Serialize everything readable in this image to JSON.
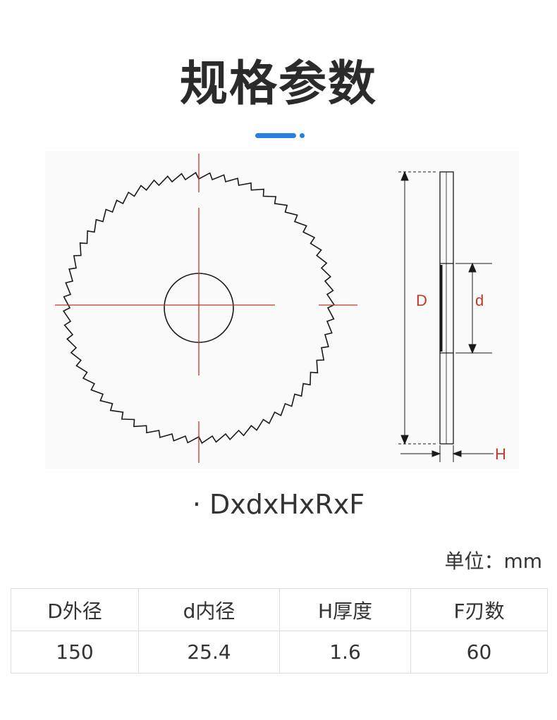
{
  "title": "规格参数",
  "colors": {
    "accent": "#2a7de1",
    "dimension": "#c0392b",
    "outline": "#1a1a1a"
  },
  "diagram": {
    "label_D": "D",
    "label_d": "d",
    "label_H": "H"
  },
  "formula": "· DxdxHxRxF",
  "unit": "单位：mm",
  "table": {
    "headers": [
      "D外径",
      "d内径",
      "H厚度",
      "F刃数"
    ],
    "row": [
      "150",
      "25.4",
      "1.6",
      "60"
    ]
  }
}
